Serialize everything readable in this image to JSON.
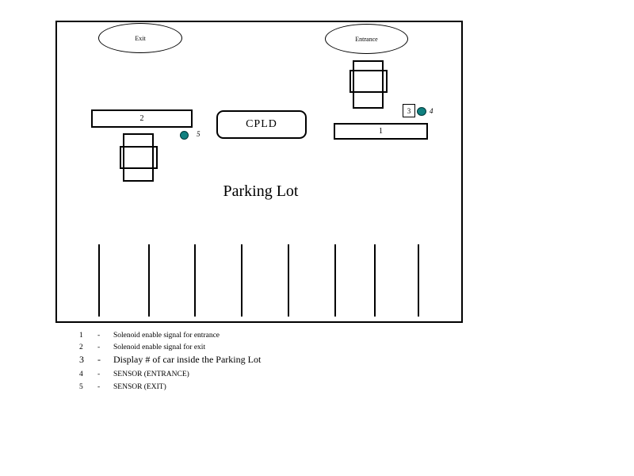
{
  "diagram": {
    "exit_label": "Exit",
    "entrance_label": "Entrance",
    "cpld_label": "CPLD",
    "title": "Parking Lot",
    "box1_label": "1",
    "box2_label": "2",
    "box3_label": "3",
    "sensor4_label": "4",
    "sensor5_label": "5",
    "parking_space_count": 8
  },
  "legend": {
    "rows": [
      {
        "num": "1",
        "dash": "-",
        "text": "Solenoid enable signal for entrance"
      },
      {
        "num": "2",
        "dash": "-",
        "text": "Solenoid enable signal for exit"
      },
      {
        "num": "3",
        "dash": "-",
        "text": "Display # of car inside the Parking Lot"
      },
      {
        "num": "4",
        "dash": "-",
        "text": "SENSOR (ENTRANCE)"
      },
      {
        "num": "5",
        "dash": "-",
        "text": "SENSOR (EXIT)"
      }
    ]
  },
  "colors": {
    "sensor_fill": "#108080",
    "sensor_border": "#003838",
    "line_color": "#000000"
  }
}
